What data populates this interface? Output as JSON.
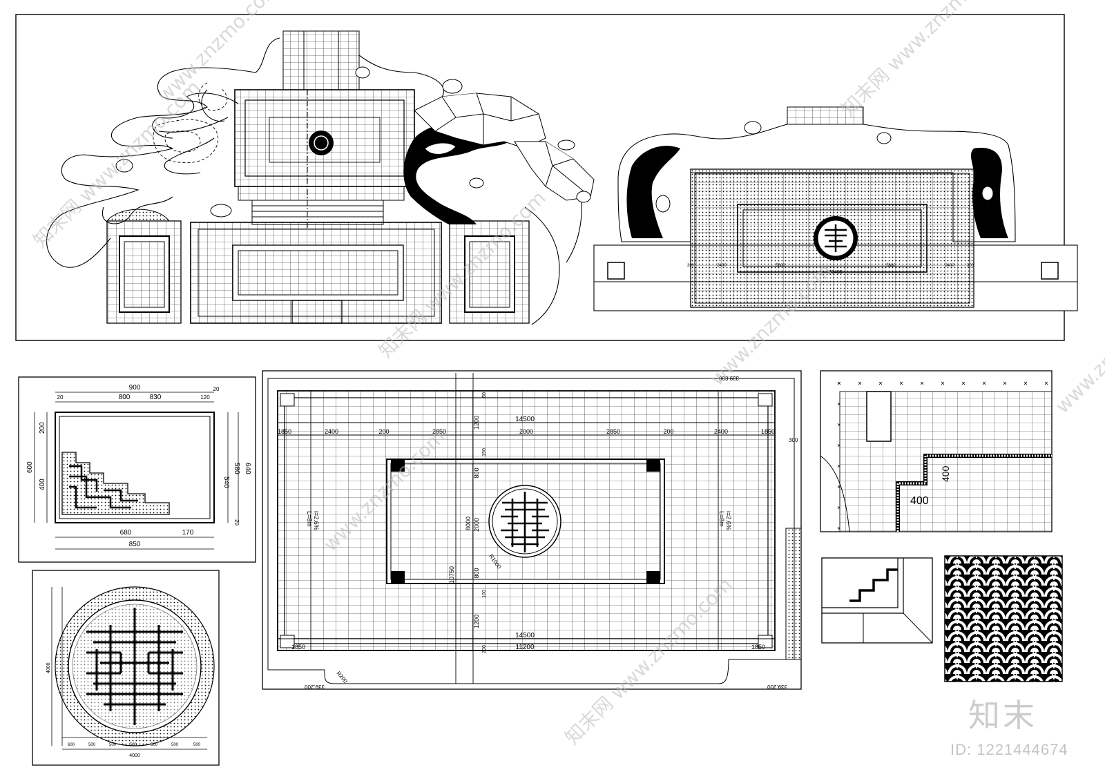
{
  "watermark": {
    "site": "www.znzmo.com",
    "brand": "知末网",
    "logo": "知末",
    "id": "ID: 1221444674"
  },
  "panel_corner_detail": {
    "top": [
      "900",
      "800",
      "830"
    ],
    "top_small": [
      "20",
      "120",
      "20"
    ],
    "left": [
      "200",
      "600",
      "400"
    ],
    "right": [
      "640",
      "580",
      "540",
      "20"
    ],
    "bottom": [
      "680",
      "170",
      "850"
    ]
  },
  "panel_main_plan": {
    "top_total": "14500",
    "top_segments": [
      "1850",
      "2400",
      "200",
      "2850",
      "2000",
      "2850",
      "200",
      "2400",
      "1850"
    ],
    "bottom_total": "14500",
    "bottom_inner": "11200",
    "bottom_ends": [
      "1850",
      "1850"
    ],
    "center_vertical": [
      "1200",
      "800",
      "2000",
      "800",
      "1200"
    ],
    "height_total": "10750",
    "inner_height": "8000",
    "slope_left": [
      "i=2.6%",
      "L=8m"
    ],
    "slope_right": [
      "i=2.6%",
      "L=8m"
    ],
    "radius_medallion": "R1000",
    "radius_corner": "R200",
    "elev_top": "339.800",
    "elev_bottom_left": "339.200",
    "elev_bottom_right": "339.200",
    "right_edge": "300",
    "small_dims": [
      "50",
      "150",
      "100",
      "200"
    ]
  },
  "panel_step_detail": {
    "dims": [
      "400",
      "400"
    ]
  },
  "panel_medallion_detail": {
    "bottom_total": "4000",
    "bottom_segments": [
      "600",
      "500",
      "500",
      "500",
      "500",
      "500",
      "500"
    ],
    "left_total": "4000"
  },
  "panel_top_right": {
    "dims": [
      "300",
      "2400",
      "5800",
      "5800",
      "2400",
      "300"
    ],
    "center_dim": "23400"
  }
}
